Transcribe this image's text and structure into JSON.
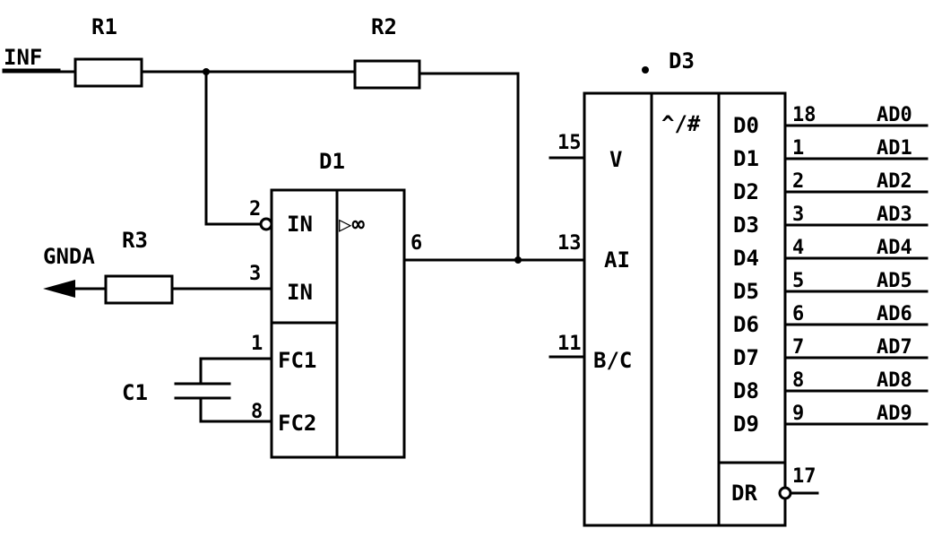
{
  "input_net": "INF",
  "ground_net": "GNDA",
  "resistors": {
    "r1": "R1",
    "r2": "R2",
    "r3": "R3"
  },
  "capacitor": "C1",
  "d1": {
    "name": "D1",
    "func": "▷∞",
    "in_inv": {
      "pin": "2",
      "label": "IN"
    },
    "in": {
      "pin": "3",
      "label": "IN"
    },
    "fc1": {
      "pin": "1",
      "label": "FC1"
    },
    "fc2": {
      "pin": "8",
      "label": "FC2"
    },
    "out_pin": "6"
  },
  "d3": {
    "name": "D3",
    "func": "^/#",
    "v": {
      "pin": "15",
      "label": "V"
    },
    "ai": {
      "pin": "13",
      "label": "AI"
    },
    "bc": {
      "pin": "11",
      "label": "B/C"
    },
    "dr": {
      "pin": "17",
      "label": "DR"
    },
    "outputs": [
      {
        "label": "D0",
        "pin": "18",
        "net": "AD0"
      },
      {
        "label": "D1",
        "pin": "1",
        "net": "AD1"
      },
      {
        "label": "D2",
        "pin": "2",
        "net": "AD2"
      },
      {
        "label": "D3",
        "pin": "3",
        "net": "AD3"
      },
      {
        "label": "D4",
        "pin": "4",
        "net": "AD4"
      },
      {
        "label": "D5",
        "pin": "5",
        "net": "AD5"
      },
      {
        "label": "D6",
        "pin": "6",
        "net": "AD6"
      },
      {
        "label": "D7",
        "pin": "7",
        "net": "AD7"
      },
      {
        "label": "D8",
        "pin": "8",
        "net": "AD8"
      },
      {
        "label": "D9",
        "pin": "9",
        "net": "AD9"
      }
    ]
  }
}
